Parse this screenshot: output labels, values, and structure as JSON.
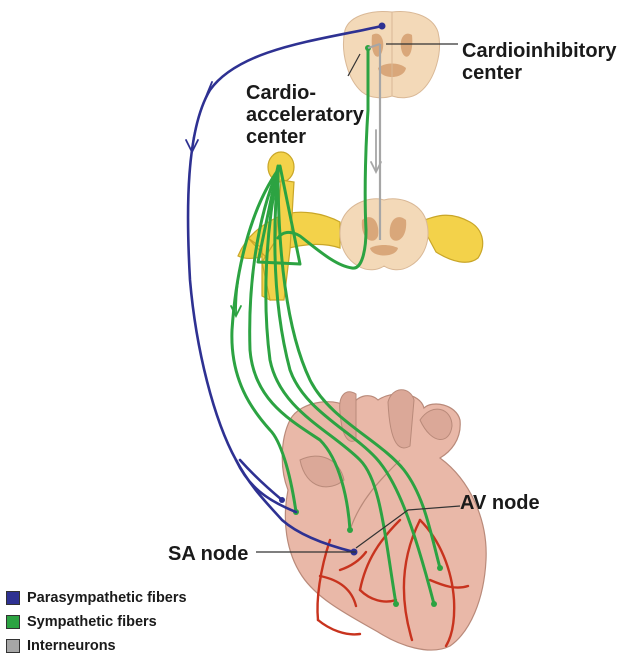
{
  "labels": {
    "cardioinhibitory_center": "Cardioinhibitory\ncenter",
    "cardioacceleratory_center": "Cardio-\nacceleratory\ncenter",
    "av_node": "AV node",
    "sa_node": "SA node"
  },
  "legend": [
    {
      "label": "Parasympathetic fibers",
      "color": "#2e3192"
    },
    {
      "label": "Sympathetic fibers",
      "color": "#2ca342"
    },
    {
      "label": "Interneurons",
      "color": "#a6a6a6"
    }
  ],
  "colors": {
    "parasympathetic": "#2e3192",
    "sympathetic": "#2ca342",
    "interneuron": "#a6a6a6",
    "tissue": "#f3d9b8",
    "gray_matter": "#d9a77a",
    "nerve": "#f3d24a",
    "heart": "#e9b8a8",
    "vessels": "#c8331e"
  }
}
